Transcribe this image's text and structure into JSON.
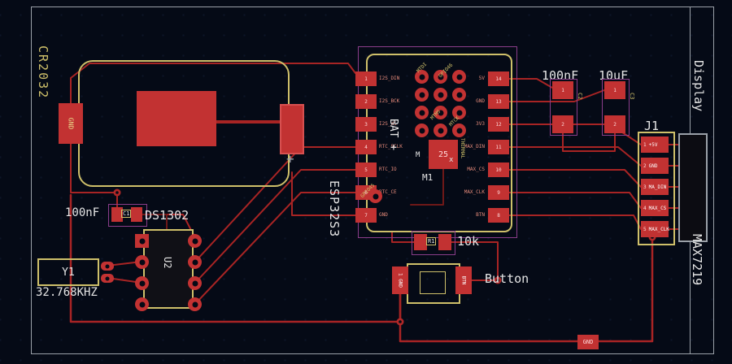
{
  "colors": {
    "background": "#050a16",
    "copper": "#c23232",
    "trace": "#a82424",
    "trace_back": "#6e1818",
    "silkscreen": "#cfc06a",
    "text": "#e6e6e6",
    "courtyard": "#8a3d8a",
    "board_edge": "#9aa0a8"
  },
  "battery": {
    "ref": "CR2032",
    "pad_label": "GND",
    "plus_mark": "+"
  },
  "cap_c1": {
    "value": "100nF",
    "ref": "C1"
  },
  "rtc": {
    "value": "DS1302",
    "ref": "U2"
  },
  "crystal": {
    "ref": "Y1",
    "value": "32.768KHZ"
  },
  "esp": {
    "ref": "ESP32S3",
    "bat_label": "BAT +",
    "module_ref": "M1",
    "thermal_pad_num": "25",
    "thermal_label": "THERMAL",
    "m_mark": "M",
    "x_mark": "x",
    "left_pins": [
      {
        "num": "1",
        "name": "I2S_DIN"
      },
      {
        "num": "2",
        "name": "I2S_BCK"
      },
      {
        "num": "3",
        "name": "I2S_WS"
      },
      {
        "num": "4",
        "name": "RTC_SCLK"
      },
      {
        "num": "5",
        "name": "RTC_IO"
      },
      {
        "num": "6",
        "name": "RTC_CE"
      },
      {
        "num": "7",
        "name": "GND"
      }
    ],
    "right_pins": [
      {
        "num": "14",
        "name": "5V"
      },
      {
        "num": "13",
        "name": "GND"
      },
      {
        "num": "12",
        "name": "3V3"
      },
      {
        "num": "11",
        "name": "MAX_DIN"
      },
      {
        "num": "10",
        "name": "MAX_CS"
      },
      {
        "num": "9",
        "name": "MAX_CLK"
      },
      {
        "num": "8",
        "name": "BTN"
      }
    ],
    "angled_labels": [
      "MTDI",
      "GPIO46",
      "MTMS",
      "MTCK",
      "GPIO45"
    ]
  },
  "cap_c2": {
    "value": "100nF",
    "ref": "C2",
    "pin1": "1",
    "pin2": "2"
  },
  "cap_c3": {
    "value": "10uF",
    "ref": "C3",
    "pin1": "1",
    "pin2": "2"
  },
  "j1": {
    "ref": "J1",
    "pins": [
      {
        "num": "1",
        "name": "+5V"
      },
      {
        "num": "2",
        "name": "GND"
      },
      {
        "num": "3",
        "name": "MA_DIN"
      },
      {
        "num": "4",
        "name": "MAX_CS"
      },
      {
        "num": "5",
        "name": "MAX_CLK"
      }
    ]
  },
  "display": {
    "connector_label": "Display",
    "driver_label": "MAX7219"
  },
  "resistor": {
    "ref": "R1",
    "value": "10k"
  },
  "button": {
    "label": "Button",
    "pad1": "1 GND",
    "pad2": "BTN"
  },
  "gnd_pad_label": "GND"
}
